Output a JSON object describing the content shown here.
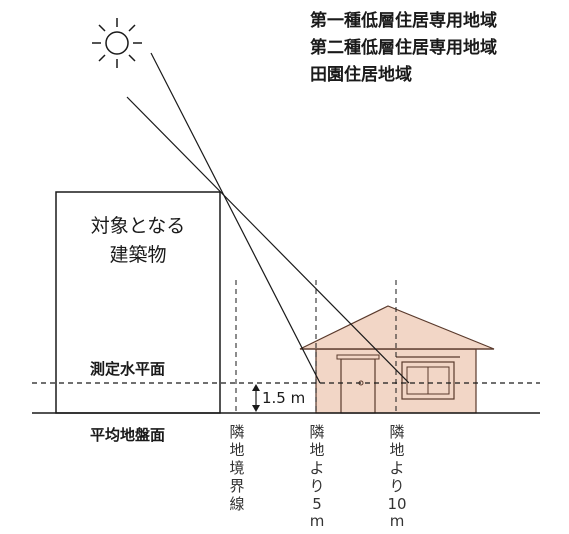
{
  "zones": [
    "第一種低層住居専用地域",
    "第二種低層住居専用地域",
    "田園住居地域"
  ],
  "building": {
    "line1": "対象となる",
    "line2": "建築物"
  },
  "labels": {
    "measure_plane": "測定水平面",
    "ground_plane": "平均地盤面",
    "height": "1.5 m"
  },
  "vertical_labels": {
    "boundary": [
      "隣",
      "地",
      "境",
      "界",
      "線"
    ],
    "five_m": [
      "隣",
      "地",
      "よ",
      "り",
      "5",
      "m"
    ],
    "ten_m": [
      "隣",
      "地",
      "よ",
      "り",
      "10",
      "m"
    ]
  },
  "icons": {
    "sun": "sun-icon"
  },
  "colors": {
    "house_fill": "#f2d6c6",
    "house_stroke": "#5a3a2c",
    "line": "#1a1a1a"
  }
}
